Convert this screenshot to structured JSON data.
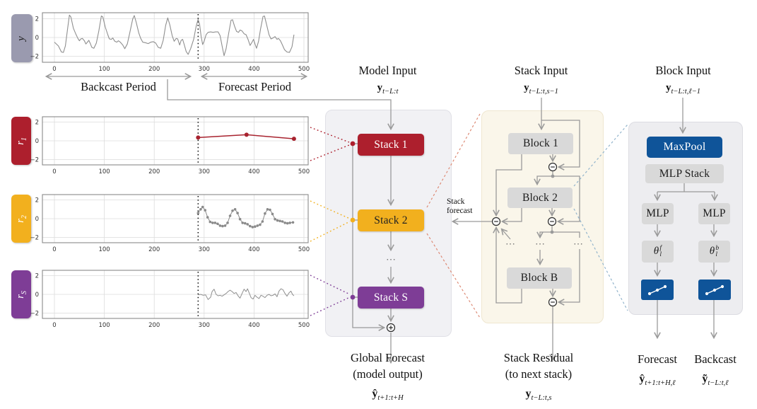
{
  "labels": {
    "backcast_period": "Backcast Period",
    "forecast_period": "Forecast Period",
    "model_input": {
      "title": "Model Input",
      "sym": "y",
      "sub": "t−L:t"
    },
    "stack_input": {
      "title": "Stack Input",
      "sym": "y",
      "sub": "t−L:t,s−1"
    },
    "block_input": {
      "title": "Block Input",
      "sym": "y",
      "sub": "t−L:t,ℓ−1"
    },
    "stack_forecast": {
      "line1": "Stack",
      "line2": "forecast"
    },
    "global_forecast": {
      "line1": "Global Forecast",
      "line2": "(model output)",
      "sym": "ŷ",
      "sub": "t+1:t+H"
    },
    "stack_residual": {
      "line1": "Stack Residual",
      "line2": "(to next stack)",
      "sym": "y",
      "sub": "t−L:t,s"
    },
    "forecast_out": {
      "title": "Forecast",
      "sym": "ŷ",
      "sub": "t+1:t+H,ℓ"
    },
    "backcast_out": {
      "title": "Backcast",
      "sym": "ỹ",
      "sub": "t−L:t,ℓ"
    },
    "ellipsis": "⋯"
  },
  "stacks": [
    {
      "label": "Stack 1"
    },
    {
      "label": "Stack 2"
    },
    {
      "label": "Stack S"
    }
  ],
  "blocks": [
    {
      "label": "Block 1"
    },
    {
      "label": "Block 2"
    },
    {
      "label": "Block B"
    }
  ],
  "block_internals": {
    "maxpool": "MaxPool",
    "mlp_stack": "MLP Stack",
    "mlp_left": "MLP",
    "mlp_right": "MLP",
    "theta_f": {
      "sym": "θ",
      "sup": "f",
      "sub": "l"
    },
    "theta_b": {
      "sym": "θ",
      "sup": "b",
      "sub": "l"
    }
  },
  "colors": {
    "red": "#ad1f2d",
    "yellow": "#f2b01e",
    "purple": "#7e3d96",
    "blue": "#0f5499",
    "label-gray": "#9a9aaf",
    "line": "#9a9a9a",
    "box-gray": "#d9d9d9",
    "cream": "#faf6ea",
    "panel-gray": "#f1f1f4",
    "salmon-dash": "#dd8a75",
    "blue-dash": "#92b4cc",
    "series-gray": "#8f8f8f"
  },
  "plots": [
    {
      "id": "y",
      "label": {
        "main": "y",
        "sub": ""
      },
      "split": 288,
      "xticks": [
        0,
        100,
        200,
        300,
        400,
        500
      ],
      "yticks": [
        2,
        0,
        -2
      ],
      "series": [
        {
          "color": "#8f8f8f",
          "width": 1.1,
          "markers": 0,
          "points": [
            [
              0,
              -0.5
            ],
            [
              8,
              -0.9
            ],
            [
              14,
              -1.55
            ],
            [
              18,
              -1.6
            ],
            [
              22,
              -0.9
            ],
            [
              26,
              0.8
            ],
            [
              30,
              2.4
            ],
            [
              33,
              2.2
            ],
            [
              38,
              1.0
            ],
            [
              43,
              0.35
            ],
            [
              47,
              -0.1
            ],
            [
              50,
              -0.35
            ],
            [
              53,
              -0.15
            ],
            [
              56,
              -0.1
            ],
            [
              60,
              -0.35
            ],
            [
              63,
              -0.7
            ],
            [
              66,
              -0.5
            ],
            [
              69,
              -0.3
            ],
            [
              72,
              -0.65
            ],
            [
              75,
              -1.05
            ],
            [
              79,
              -1.15
            ],
            [
              84,
              -0.6
            ],
            [
              89,
              0.7
            ],
            [
              94,
              2.3
            ],
            [
              97,
              2.2
            ],
            [
              102,
              1.1
            ],
            [
              107,
              0.3
            ],
            [
              110,
              -0.15
            ],
            [
              114,
              -0.2
            ],
            [
              117,
              -0.05
            ],
            [
              121,
              -0.4
            ],
            [
              125,
              -0.5
            ],
            [
              128,
              -0.35
            ],
            [
              132,
              -0.5
            ],
            [
              137,
              -0.8
            ],
            [
              141,
              -1.2
            ],
            [
              146,
              -0.7
            ],
            [
              151,
              0.5
            ],
            [
              157,
              2.0
            ],
            [
              160,
              2.35
            ],
            [
              164,
              1.6
            ],
            [
              169,
              0.5
            ],
            [
              173,
              -0.1
            ],
            [
              177,
              -0.5
            ],
            [
              182,
              -0.55
            ],
            [
              188,
              -0.65
            ],
            [
              193,
              -0.5
            ],
            [
              198,
              -0.45
            ],
            [
              203,
              -0.6
            ],
            [
              208,
              -1.05
            ],
            [
              213,
              -1.15
            ],
            [
              218,
              -0.3
            ],
            [
              223,
              1.3
            ],
            [
              227,
              2.1
            ],
            [
              231,
              1.4
            ],
            [
              236,
              0.2
            ],
            [
              240,
              -0.4
            ],
            [
              244,
              -0.1
            ],
            [
              247,
              -0.15
            ],
            [
              251,
              -0.8
            ],
            [
              254,
              -0.3
            ],
            [
              257,
              -0.2
            ],
            [
              260,
              -0.75
            ],
            [
              264,
              -1.5
            ],
            [
              268,
              -1.8
            ],
            [
              273,
              -1.2
            ],
            [
              279,
              -0.2
            ],
            [
              284,
              1.2
            ],
            [
              288,
              1.95
            ],
            [
              291,
              1.4
            ],
            [
              294,
              0.1
            ],
            [
              297,
              -0.75
            ],
            [
              300,
              -0.4
            ],
            [
              304,
              0.3
            ],
            [
              308,
              0.55
            ],
            [
              313,
              0.6
            ],
            [
              318,
              0.55
            ],
            [
              323,
              0.6
            ],
            [
              328,
              0.6
            ],
            [
              332,
              0.2
            ],
            [
              336,
              -0.9
            ],
            [
              340,
              -1.95
            ],
            [
              344,
              -1.2
            ],
            [
              349,
              0.4
            ],
            [
              354,
              1.85
            ],
            [
              357,
              1.9
            ],
            [
              361,
              1.2
            ],
            [
              365,
              0.65
            ],
            [
              369,
              0.55
            ],
            [
              372,
              0.8
            ],
            [
              376,
              0.7
            ],
            [
              380,
              0.4
            ],
            [
              384,
              0.3
            ],
            [
              388,
              -0.2
            ],
            [
              392,
              -0.85
            ],
            [
              396,
              -0.5
            ],
            [
              399,
              -0.2
            ],
            [
              402,
              -0.7
            ],
            [
              405,
              -1.15
            ],
            [
              409,
              -0.4
            ],
            [
              413,
              0.9
            ],
            [
              418,
              2.25
            ],
            [
              421,
              2.3
            ],
            [
              425,
              1.4
            ],
            [
              430,
              0.3
            ],
            [
              434,
              -0.15
            ],
            [
              438,
              -0.05
            ],
            [
              442,
              0.1
            ],
            [
              446,
              -0.2
            ],
            [
              449,
              -0.1
            ],
            [
              453,
              -0.35
            ],
            [
              457,
              -0.8
            ],
            [
              461,
              -1.3
            ],
            [
              466,
              -1.55
            ],
            [
              471,
              -1.6
            ],
            [
              476,
              -1.0
            ],
            [
              480,
              0.3
            ]
          ]
        }
      ]
    },
    {
      "id": "r1",
      "label": {
        "main": "r",
        "sub": "1"
      },
      "split": 288,
      "xticks": [
        0,
        100,
        200,
        300,
        400,
        500
      ],
      "yticks": [
        2,
        0,
        -2
      ],
      "series": [
        {
          "color": "#a8232f",
          "width": 1.5,
          "markers": 3,
          "points": [
            [
              288,
              0.35
            ],
            [
              385,
              0.65
            ],
            [
              480,
              0.22
            ]
          ]
        }
      ]
    },
    {
      "id": "r2",
      "label": {
        "main": "r",
        "sub": "2"
      },
      "split": 288,
      "xticks": [
        0,
        100,
        200,
        300,
        400,
        500
      ],
      "yticks": [
        2,
        0,
        -2
      ],
      "series": [
        {
          "color": "#8a8a8a",
          "width": 1.0,
          "markers": 1.8,
          "points": [
            [
              288,
              0.6
            ],
            [
              293,
              1.0
            ],
            [
              297,
              1.25
            ],
            [
              302,
              0.9
            ],
            [
              307,
              0.15
            ],
            [
              312,
              -0.35
            ],
            [
              317,
              -0.45
            ],
            [
              322,
              -0.45
            ],
            [
              327,
              -0.55
            ],
            [
              332,
              -0.75
            ],
            [
              337,
              -0.8
            ],
            [
              342,
              -0.75
            ],
            [
              347,
              -0.45
            ],
            [
              352,
              0.3
            ],
            [
              357,
              0.85
            ],
            [
              362,
              1.0
            ],
            [
              367,
              0.6
            ],
            [
              372,
              -0.05
            ],
            [
              377,
              -0.45
            ],
            [
              382,
              -0.5
            ],
            [
              387,
              -0.6
            ],
            [
              392,
              -0.8
            ],
            [
              397,
              -0.9
            ],
            [
              402,
              -0.85
            ],
            [
              407,
              -0.75
            ],
            [
              412,
              -0.65
            ],
            [
              417,
              -0.3
            ],
            [
              422,
              0.55
            ],
            [
              427,
              1.0
            ],
            [
              432,
              0.95
            ],
            [
              437,
              0.5
            ],
            [
              442,
              -0.05
            ],
            [
              447,
              -0.2
            ],
            [
              452,
              -0.25
            ],
            [
              457,
              -0.3
            ],
            [
              462,
              -0.45
            ],
            [
              467,
              -0.5
            ],
            [
              472,
              -0.45
            ],
            [
              478,
              -0.4
            ]
          ]
        }
      ]
    },
    {
      "id": "rS",
      "label": {
        "main": "r",
        "sub": "S"
      },
      "split": 288,
      "xticks": [
        0,
        100,
        200,
        300,
        400,
        500
      ],
      "yticks": [
        2,
        0,
        -2
      ],
      "series": [
        {
          "color": "#8f8f8f",
          "width": 1.0,
          "markers": 0,
          "points": [
            [
              288,
              -0.05
            ],
            [
              293,
              0.0
            ],
            [
              298,
              -0.1
            ],
            [
              303,
              -0.05
            ],
            [
              308,
              -0.55
            ],
            [
              313,
              -0.3
            ],
            [
              316,
              0.3
            ],
            [
              320,
              0.55
            ],
            [
              324,
              0.0
            ],
            [
              328,
              -0.15
            ],
            [
              332,
              -0.1
            ],
            [
              336,
              -0.2
            ],
            [
              340,
              -0.05
            ],
            [
              344,
              0.1
            ],
            [
              348,
              0.3
            ],
            [
              352,
              0.45
            ],
            [
              356,
              0.3
            ],
            [
              360,
              0.1
            ],
            [
              364,
              0.2
            ],
            [
              368,
              -0.15
            ],
            [
              372,
              -0.4
            ],
            [
              376,
              0.1
            ],
            [
              380,
              0.55
            ],
            [
              384,
              0.3
            ],
            [
              387,
              0.6
            ],
            [
              390,
              0.2
            ],
            [
              394,
              -0.35
            ],
            [
              398,
              -0.5
            ],
            [
              402,
              -0.1
            ],
            [
              406,
              -0.3
            ],
            [
              410,
              -0.45
            ],
            [
              414,
              -0.1
            ],
            [
              418,
              -0.2
            ],
            [
              422,
              -0.35
            ],
            [
              426,
              -0.1
            ],
            [
              430,
              0.0
            ],
            [
              434,
              -0.15
            ],
            [
              438,
              -0.1
            ],
            [
              442,
              0.05
            ],
            [
              446,
              -0.25
            ],
            [
              450,
              0.35
            ],
            [
              454,
              0.6
            ],
            [
              458,
              0.5
            ],
            [
              462,
              0.1
            ],
            [
              466,
              -0.2
            ],
            [
              470,
              0.15
            ],
            [
              474,
              0.35
            ],
            [
              477,
              0.0
            ],
            [
              480,
              -0.15
            ]
          ]
        }
      ]
    }
  ]
}
